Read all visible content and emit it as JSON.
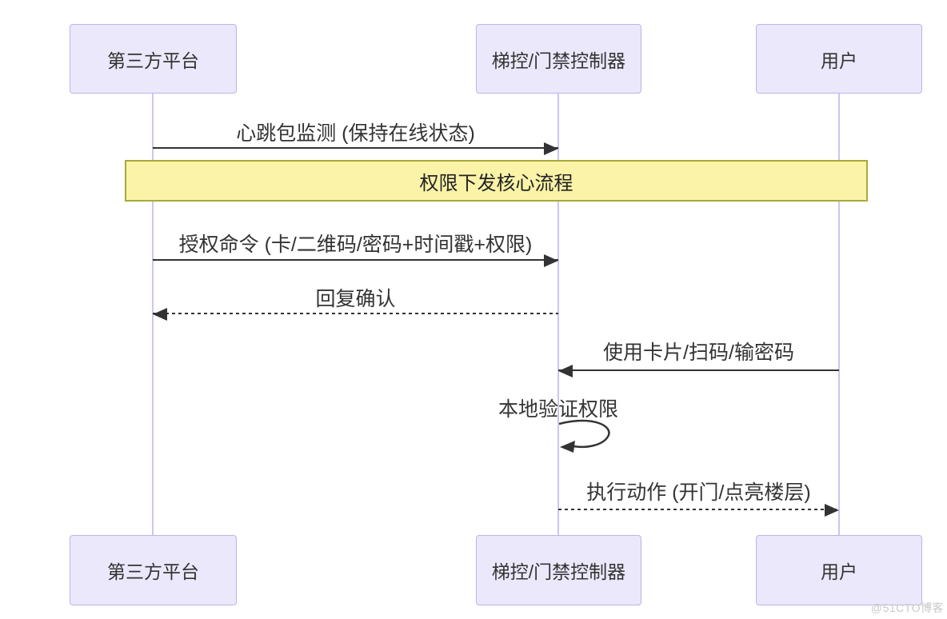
{
  "diagram": {
    "type": "sequence-diagram",
    "actors": [
      {
        "id": "third-party-platform",
        "label": "第三方平台"
      },
      {
        "id": "access-controller",
        "label": "梯控/门禁控制器"
      },
      {
        "id": "user",
        "label": "用户"
      }
    ],
    "messages": [
      {
        "text": "心跳包监测 (保持在线状态)",
        "from": "第三方平台",
        "to": "梯控/门禁控制器",
        "line": "solid"
      },
      {
        "text": "授权命令 (卡/二维码/密码+时间戳+权限)",
        "from": "第三方平台",
        "to": "梯控/门禁控制器",
        "line": "solid"
      },
      {
        "text": "回复确认",
        "from": "梯控/门禁控制器",
        "to": "第三方平台",
        "line": "dashed"
      },
      {
        "text": "使用卡片/扫码/输密码",
        "from": "用户",
        "to": "梯控/门禁控制器",
        "line": "solid"
      },
      {
        "text": "本地验证权限",
        "from": "梯控/门禁控制器",
        "to": "梯控/门禁控制器",
        "line": "self-loop"
      },
      {
        "text": "执行动作 (开门/点亮楼层)",
        "from": "梯控/门禁控制器",
        "to": "用户",
        "line": "dashed"
      }
    ],
    "section_banner": {
      "text": "权限下发核心流程"
    },
    "colors": {
      "actor_fill": "#EAE8FA",
      "actor_border": "#BFB3E8",
      "lifeline": "#CFC5EF",
      "banner_fill": "#FAF3A8",
      "banner_border": "#A9A93C",
      "arrow": "#333333",
      "text": "#333333"
    }
  },
  "watermark": {
    "text": "@51CTO博客"
  }
}
